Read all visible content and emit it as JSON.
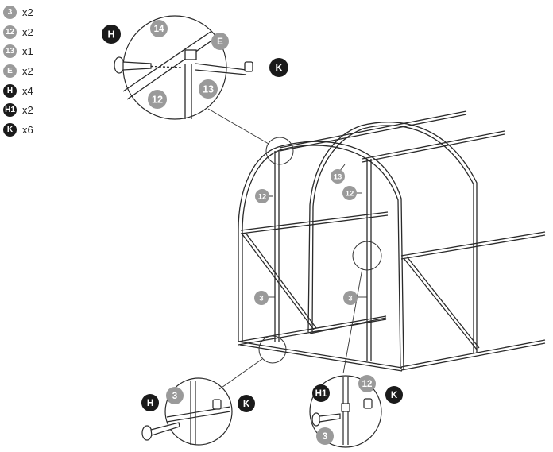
{
  "parts": [
    {
      "code": "3",
      "qty": "x2",
      "style": "gray"
    },
    {
      "code": "12",
      "qty": "x2",
      "style": "gray"
    },
    {
      "code": "13",
      "qty": "x1",
      "style": "gray"
    },
    {
      "code": "E",
      "qty": "x2",
      "style": "gray"
    },
    {
      "code": "H",
      "qty": "x4",
      "style": "black"
    },
    {
      "code": "H1",
      "qty": "x2",
      "style": "black"
    },
    {
      "code": "K",
      "qty": "x6",
      "style": "black"
    }
  ],
  "callouts": {
    "top_14": "14",
    "top_E": "E",
    "top_H": "H",
    "top_13": "13",
    "top_12": "12",
    "top_K": "K",
    "frame_12_left": "12",
    "frame_12_right": "12",
    "frame_13": "13",
    "frame_3_left": "3",
    "frame_3_right": "3",
    "bl_H": "H",
    "bl_3": "3",
    "bl_K": "K",
    "br_H1": "H1",
    "br_12": "12",
    "br_3": "3",
    "br_K": "K"
  },
  "colors": {
    "line": "#2a2a2a",
    "gray_badge": "#9a9a9a",
    "black_badge": "#1a1a1a"
  }
}
